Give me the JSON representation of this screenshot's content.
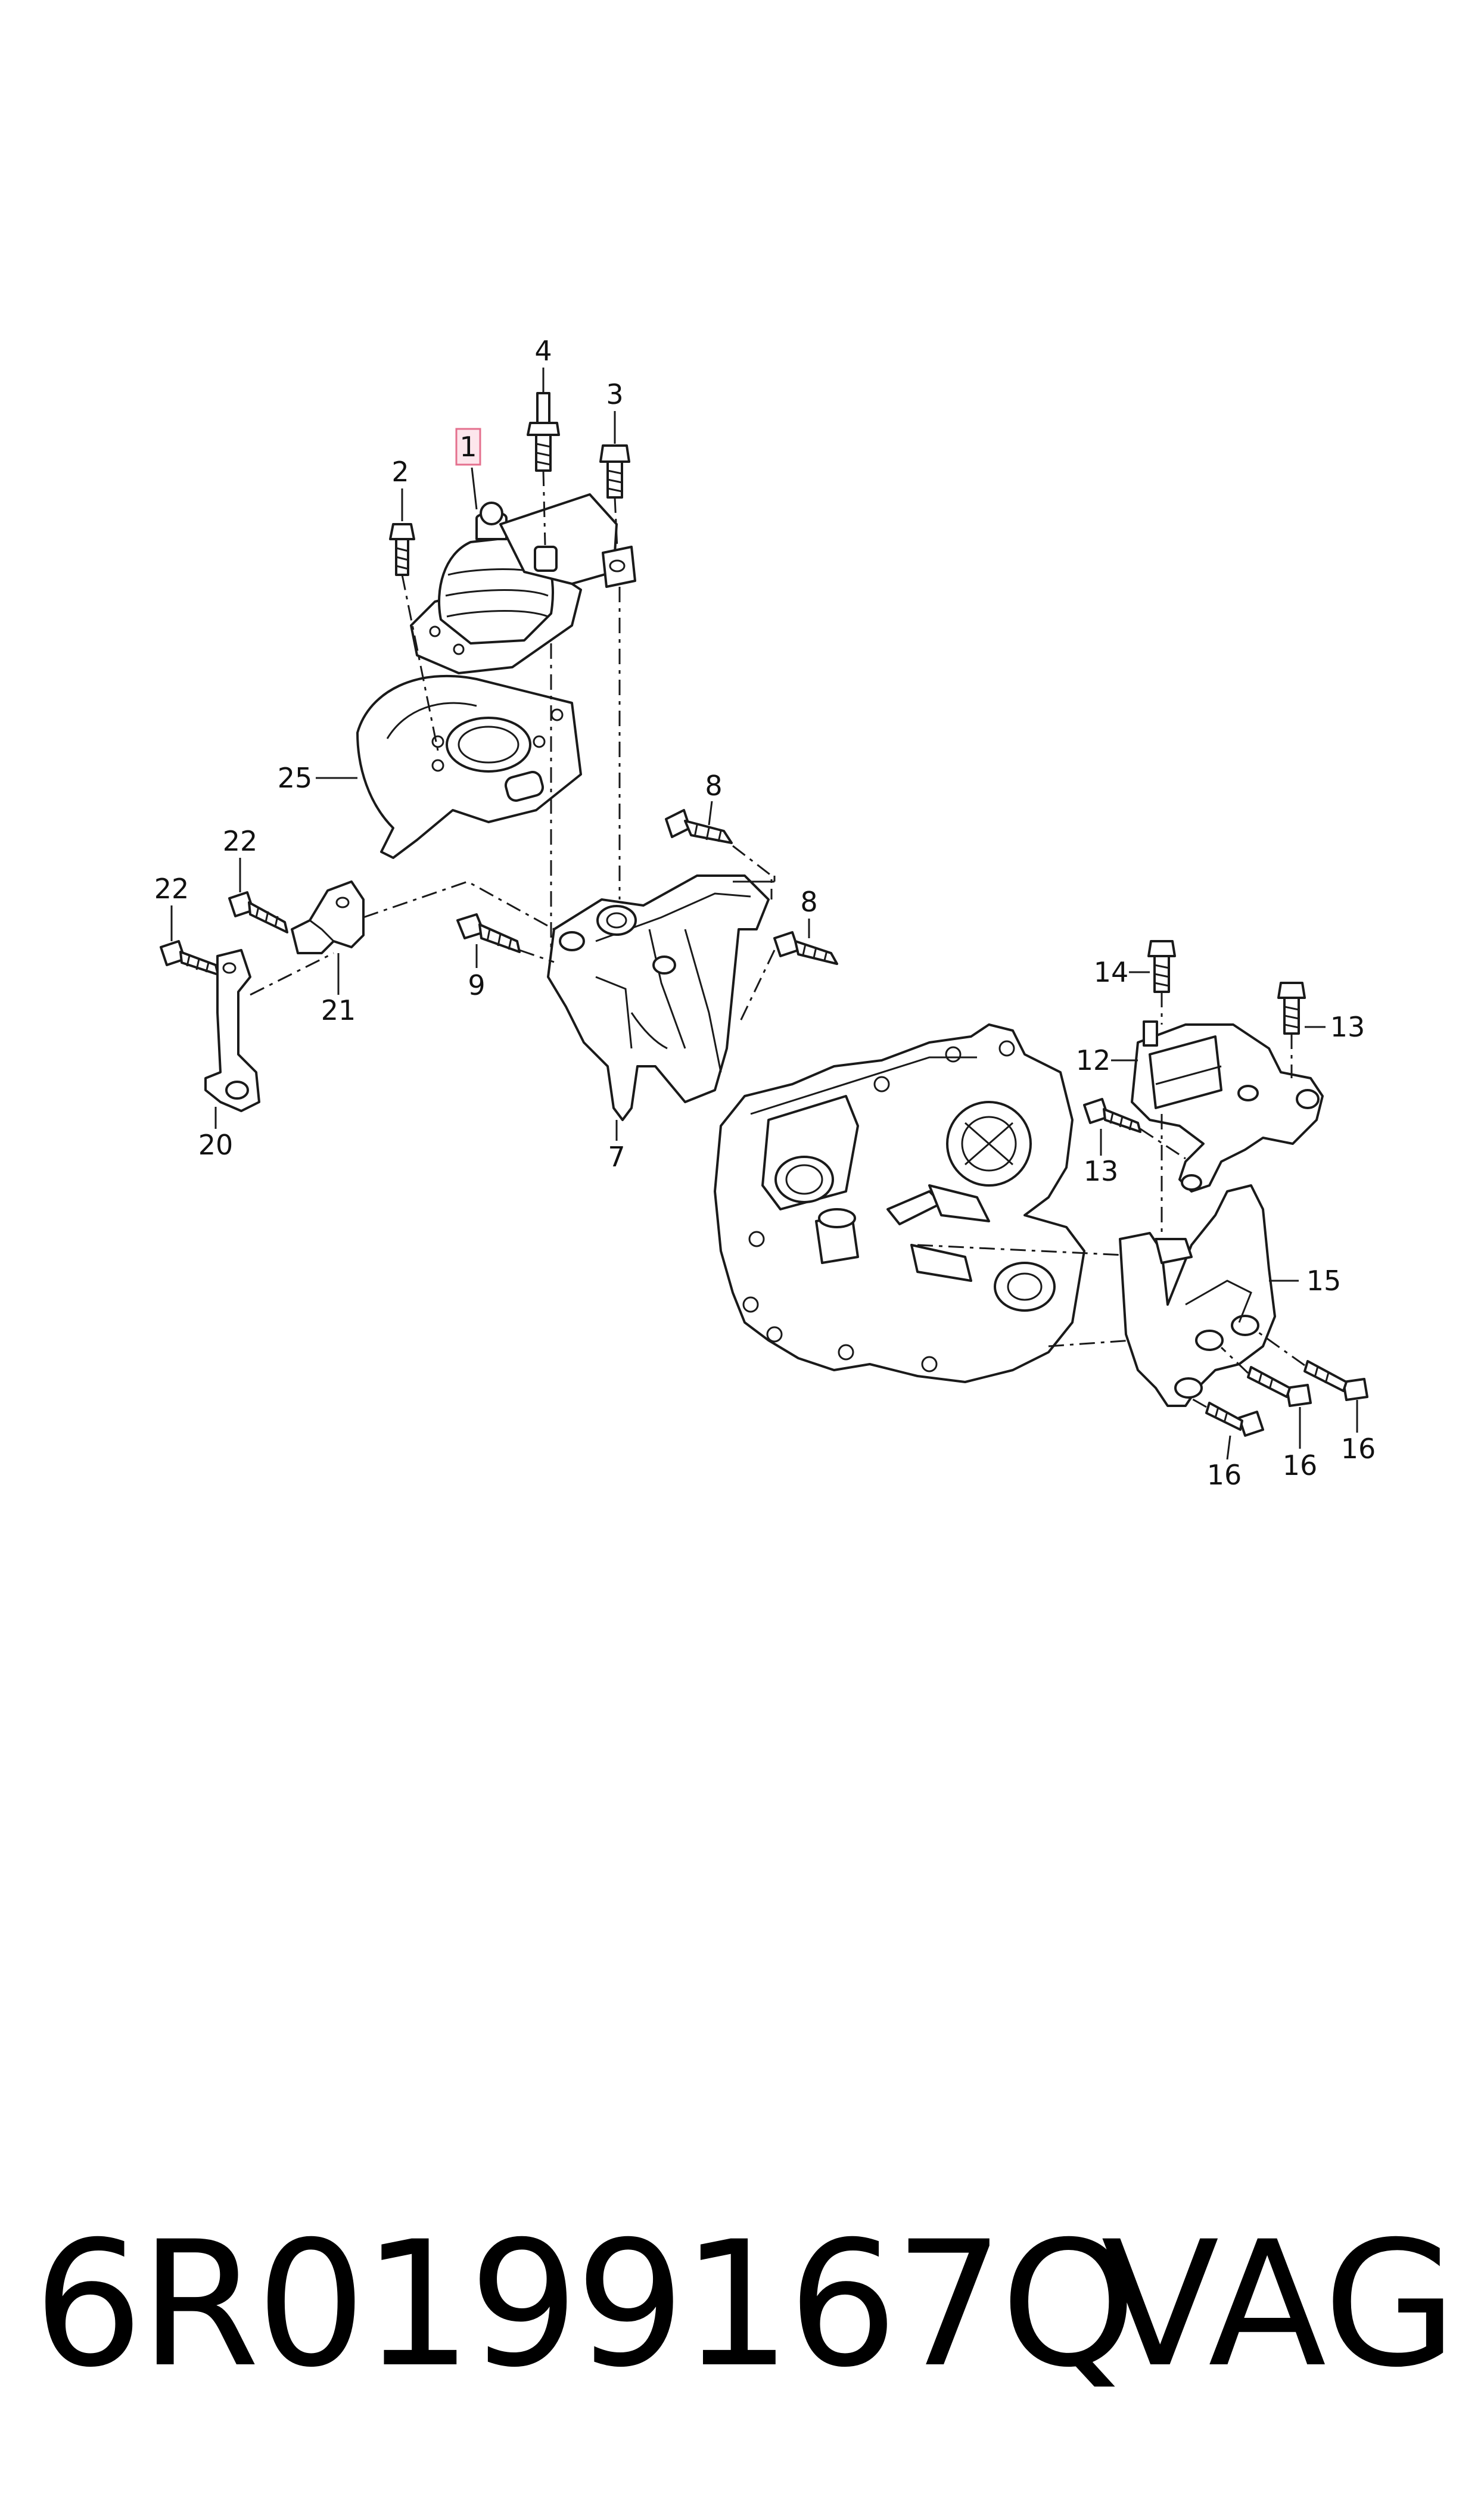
{
  "diagram": {
    "callouts": {
      "c1": "1",
      "c2": "2",
      "c3": "3",
      "c4": "4",
      "c7": "7",
      "c8a": "8",
      "c8b": "8",
      "c9": "9",
      "c12": "12",
      "c13a": "13",
      "c13b": "13",
      "c14": "14",
      "c15": "15",
      "c16a": "16",
      "c16b": "16",
      "c16c": "16",
      "c20": "20",
      "c21": "21",
      "c22a": "22",
      "c22b": "22",
      "c25": "25"
    },
    "highlight_color": "#e4708e"
  },
  "footer": {
    "part_number": "6R0199167Q",
    "brand": "VAG"
  }
}
